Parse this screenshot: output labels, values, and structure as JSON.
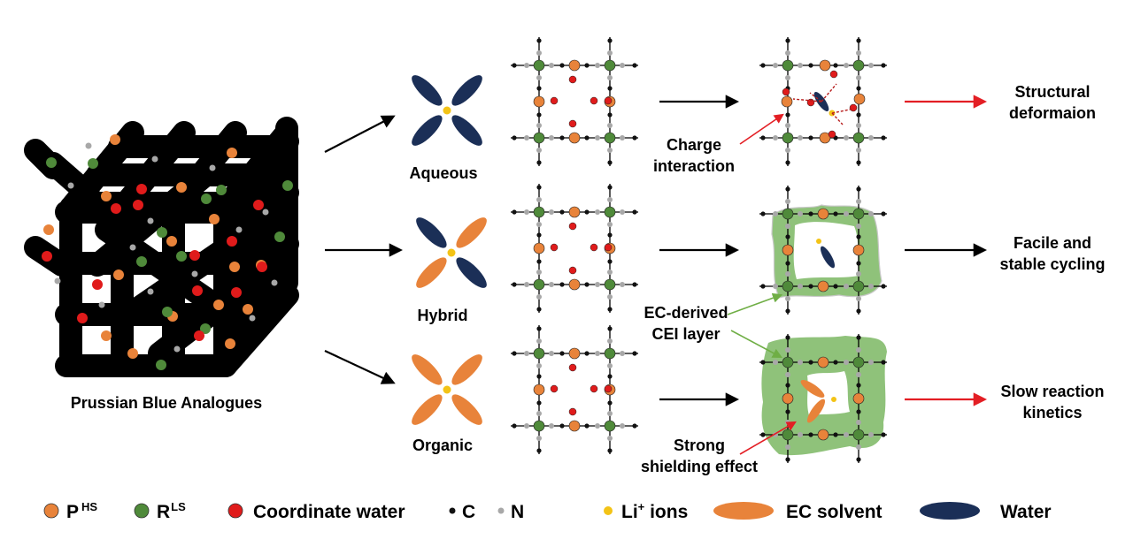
{
  "cube": {
    "caption": "Prussian Blue Analogues"
  },
  "electrolytes": {
    "aqueous": "Aqueous",
    "hybrid": "Hybrid",
    "organic": "Organic"
  },
  "annotations": {
    "charge_line1": "Charge",
    "charge_line2": "interaction",
    "cei_line1": "EC-derived",
    "cei_line2": "CEI layer",
    "shield_line1": "Strong",
    "shield_line2": "shielding effect"
  },
  "outcomes": {
    "aqueous_line1": "Structural",
    "aqueous_line2": "deformaion",
    "hybrid_line1": "Facile and",
    "hybrid_line2": "stable cycling",
    "organic_line1": "Slow reaction",
    "organic_line2": "kinetics"
  },
  "legend": {
    "p_hs": "P",
    "p_hs_sup": "HS",
    "r_ls": "R",
    "r_ls_sup": "LS",
    "coord_water": "Coordinate water",
    "c": "C",
    "n": "N",
    "li_ions": "Li",
    "li_sup": "+",
    "li_suffix": " ions",
    "ec_solvent": "EC solvent",
    "water": "Water"
  },
  "colors": {
    "p_hs": "#e8833a",
    "r_ls": "#4f8a3a",
    "coord_water": "#e01b1b",
    "carbon": "#111111",
    "nitrogen": "#a8a8a8",
    "li": "#f3c316",
    "ec": "#e8833a",
    "water": "#1b2f57",
    "cei": "#8fc27a",
    "arrow_red": "#e31e24",
    "arrow_green": "#6fae45"
  }
}
